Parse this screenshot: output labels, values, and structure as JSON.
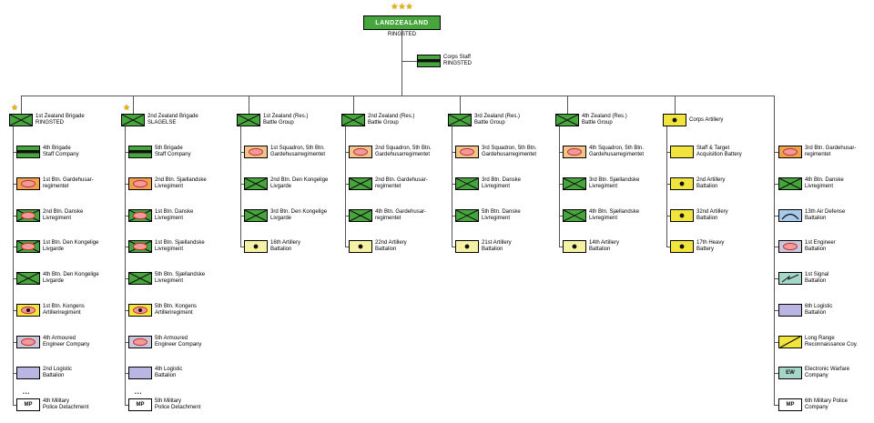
{
  "root": {
    "label": "LANDZEALAND",
    "location": "RINGSTED",
    "echelon": "★★★"
  },
  "corps_staff": {
    "line1": "Corps Staff",
    "line2": "RINGSTED",
    "symbol": "hq"
  },
  "symbol_text": {
    "military-police": "MP",
    "electronic-warfare": "EW"
  },
  "colors": {
    "infantry": "#46A53C",
    "armor": "#EEA34A",
    "recon_squadron": "#F2C488",
    "artillery": "#F1E43C",
    "artillery_reserve": "#F5F2A6",
    "logistic": "#B9B6E4",
    "engineer": "#C9C7DB",
    "air_defense": "#A9CBEA",
    "signal": "#A5D6C8",
    "mp": "#FFFFFF",
    "oval_fill": "#F2999B",
    "oval_stroke": "#C13030",
    "line": "#555555",
    "star": "#E8B400"
  },
  "columns": [
    {
      "header": {
        "line1": "1st Zealand Brigade",
        "line2": "RINGSTED",
        "symbol": "infantry",
        "echelon": "★"
      },
      "children": [
        {
          "line1": "4th Brigade",
          "line2": "Staff Company",
          "symbol": "hq"
        },
        {
          "line1": "1st Btn. Gardehusar-",
          "line2": "regimentet",
          "symbol": "armor"
        },
        {
          "line1": "2nd Btn. Danske",
          "line2": "Livregiment",
          "symbol": "mech-infantry"
        },
        {
          "line1": "1st Btn. Den Kongelige",
          "line2": "Livgarde",
          "symbol": "mech-infantry"
        },
        {
          "line1": "4th Btn. Den Kongelige",
          "line2": "Livgarde",
          "symbol": "infantry"
        },
        {
          "line1": "1st Btn. Kongens",
          "line2": "Artilleriregiment",
          "symbol": "sp-artillery"
        },
        {
          "line1": "4th Armoured",
          "line2": "Engineer Company",
          "symbol": "armoured-engineer"
        },
        {
          "line1": "2nd Logistic",
          "line2": "Battalion",
          "symbol": "logistic"
        },
        {
          "line1": "4th Military",
          "line2": "Police Detachment",
          "symbol": "military-police",
          "echelon": "•••"
        }
      ]
    },
    {
      "header": {
        "line1": "2nd Zealand Brigade",
        "line2": "SLAGELSE",
        "symbol": "infantry",
        "echelon": "★"
      },
      "children": [
        {
          "line1": "5th Brigade",
          "line2": "Staff Company",
          "symbol": "hq"
        },
        {
          "line1": "2nd Btn. Sjællandske",
          "line2": "Livregiment",
          "symbol": "armor"
        },
        {
          "line1": "1st Btn. Danske",
          "line2": "Livregiment",
          "symbol": "mech-infantry"
        },
        {
          "line1": "1st Btn. Sjællandske",
          "line2": "Livregiment",
          "symbol": "mech-infantry"
        },
        {
          "line1": "5th Btn. Sjællandske",
          "line2": "Livregiment",
          "symbol": "infantry"
        },
        {
          "line1": "5th Btn. Kongens",
          "line2": "Artilleriregiment",
          "symbol": "sp-artillery"
        },
        {
          "line1": "5th Armoured",
          "line2": "Engineer Company",
          "symbol": "armoured-engineer"
        },
        {
          "line1": "4th Logistic",
          "line2": "Battalion",
          "symbol": "logistic"
        },
        {
          "line1": "5th Military",
          "line2": "Police Detachment",
          "symbol": "military-police",
          "echelon": "•••"
        }
      ]
    },
    {
      "header": {
        "line1": "1st Zealand (Res.)",
        "line2": "Battle Group",
        "symbol": "infantry"
      },
      "children": [
        {
          "line1": "1st Squadron, 5th Btn.",
          "line2": "Gardehusarregimentet",
          "symbol": "recon-squadron"
        },
        {
          "line1": "2nd Btn. Den Kongelige",
          "line2": "Livgarde",
          "symbol": "infantry"
        },
        {
          "line1": "3rd Btn. Den Kongelige",
          "line2": "Livgarde",
          "symbol": "infantry"
        },
        {
          "line1": "16th Artillery",
          "line2": "Battalion",
          "symbol": "artillery-reserve"
        }
      ]
    },
    {
      "header": {
        "line1": "2nd Zealand (Res.)",
        "line2": "Battle Group",
        "symbol": "infantry"
      },
      "children": [
        {
          "line1": "2nd Squadron, 5th Btn.",
          "line2": "Gardehusarregimentet",
          "symbol": "recon-squadron"
        },
        {
          "line1": "2nd Btn. Gardehusar-",
          "line2": "regimentet",
          "symbol": "infantry"
        },
        {
          "line1": "4th Btn. Gardehusar-",
          "line2": "regimentet",
          "symbol": "infantry"
        },
        {
          "line1": "22nd Artillery",
          "line2": "Battalion",
          "symbol": "artillery-reserve"
        }
      ]
    },
    {
      "header": {
        "line1": "3rd Zealand (Res.)",
        "line2": "Battle Group",
        "symbol": "infantry"
      },
      "children": [
        {
          "line1": "3rd Squadron, 5th Btn.",
          "line2": "Gardehusarregimentet",
          "symbol": "recon-squadron"
        },
        {
          "line1": "3rd Btn. Danske",
          "line2": "Livregiment",
          "symbol": "infantry"
        },
        {
          "line1": "5th Btn. Danske",
          "line2": "Livregiment",
          "symbol": "infantry"
        },
        {
          "line1": "21st Artillery",
          "line2": "Battalion",
          "symbol": "artillery-reserve"
        }
      ]
    },
    {
      "header": {
        "line1": "4th Zealand (Res.)",
        "line2": "Battle Group",
        "symbol": "infantry"
      },
      "children": [
        {
          "line1": "4th Squadron, 5th Btn.",
          "line2": "Gardehusarregimentet",
          "symbol": "recon-squadron"
        },
        {
          "line1": "3rd Btn. Sjællandske",
          "line2": "Livregiment",
          "symbol": "infantry"
        },
        {
          "line1": "4th Btn. Sjællandske",
          "line2": "Livregiment",
          "symbol": "infantry"
        },
        {
          "line1": "14th Artillery",
          "line2": "Battalion",
          "symbol": "artillery-reserve"
        }
      ]
    },
    {
      "header": {
        "line1": "Corps Artillery",
        "line2": "",
        "symbol": "artillery"
      },
      "children": [
        {
          "line1": "Staff & Target",
          "line2": "Acquisition Battery",
          "symbol": "artillery-hq"
        },
        {
          "line1": "2nd Artillery",
          "line2": "Battalion",
          "symbol": "artillery"
        },
        {
          "line1": "32nd Artillery",
          "line2": "Battalion",
          "symbol": "artillery"
        },
        {
          "line1": "17th Heavy",
          "line2": "Battery",
          "symbol": "artillery"
        }
      ]
    },
    {
      "header": null,
      "children": [
        {
          "line1": "3rd Btn. Gardehusar-",
          "line2": "regimentet",
          "symbol": "armor"
        },
        {
          "line1": "4th Btn. Danske",
          "line2": "Livregiment",
          "symbol": "infantry"
        },
        {
          "line1": "13th Air Defense",
          "line2": "Battalion",
          "symbol": "air-defense"
        },
        {
          "line1": "1st Engineer",
          "line2": "Battalion",
          "symbol": "armoured-engineer"
        },
        {
          "line1": "1st Signal",
          "line2": "Battalion",
          "symbol": "signal"
        },
        {
          "line1": "6th Logistic",
          "line2": "Battalion",
          "symbol": "logistic"
        },
        {
          "line1": "Long Range",
          "line2": "Reconnaissance Coy.",
          "symbol": "recon"
        },
        {
          "line1": "Electronic Warfare",
          "line2": "Company",
          "symbol": "electronic-warfare"
        },
        {
          "line1": "6th Military Police",
          "line2": "Company",
          "symbol": "military-police"
        }
      ]
    }
  ]
}
